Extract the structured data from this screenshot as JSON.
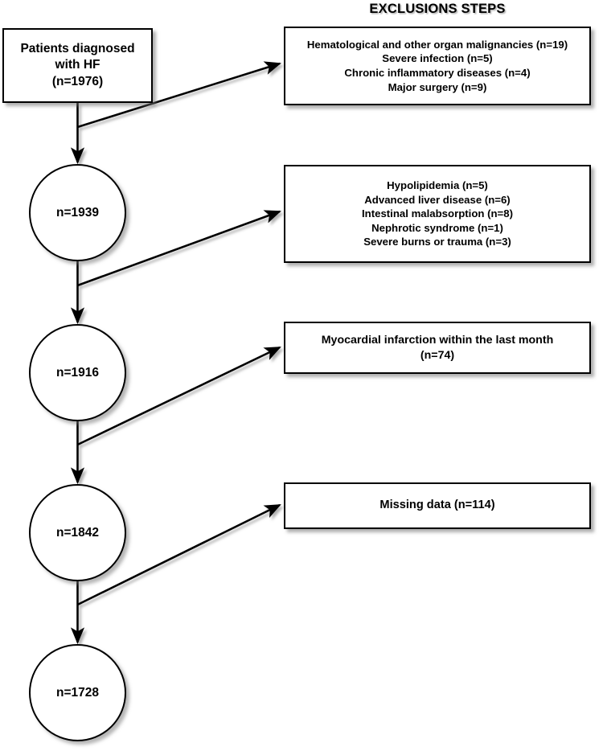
{
  "title": "EXCLUSIONS STEPS",
  "start_box": {
    "lines": [
      "Patients diagnosed",
      "with HF",
      "(n=1976)"
    ],
    "n": 1976
  },
  "circles": [
    {
      "label": "n=1939",
      "n": 1939
    },
    {
      "label": "n=1916",
      "n": 1916
    },
    {
      "label": "n=1842",
      "n": 1842
    },
    {
      "label": "n=1728",
      "n": 1728
    }
  ],
  "exclusion_boxes": [
    {
      "lines": [
        "Hematological and other organ malignancies (n=19)",
        "Severe infection (n=5)",
        "Chronic inflammatory diseases (n=4)",
        "Major surgery (n=9)"
      ]
    },
    {
      "lines": [
        "Hypolipidemia (n=5)",
        "Advanced liver disease (n=6)",
        "Intestinal malabsorption (n=8)",
        "Nephrotic syndrome (n=1)",
        "Severe burns or trauma (n=3)"
      ]
    },
    {
      "lines": [
        "Myocardial infarction within the last month",
        "(n=74)"
      ]
    },
    {
      "lines": [
        "Missing data (n=114)"
      ]
    }
  ],
  "colors": {
    "stroke": "#000000",
    "fill": "#ffffff",
    "shadow": "#6e6e6e"
  }
}
